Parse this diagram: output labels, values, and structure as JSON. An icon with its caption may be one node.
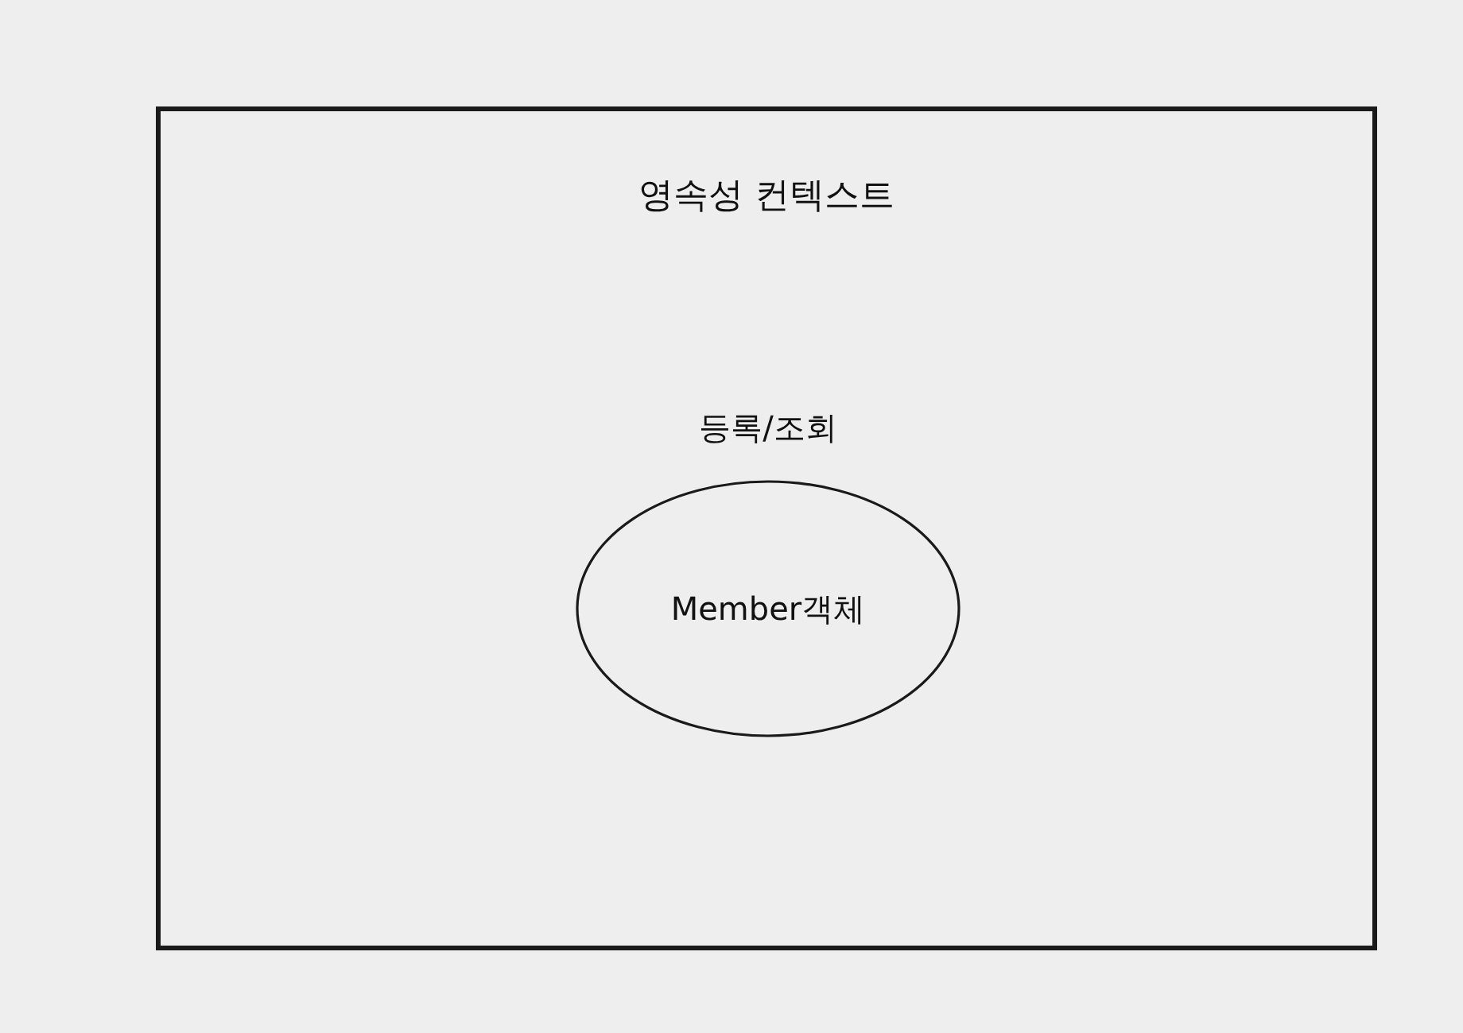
{
  "diagram": {
    "nodes": [
      {
        "text": [
          "영속성 컨텍스트"
        ]
      },
      {
        "text": [
          "Member객체"
        ],
        "in": 0,
        "beside": [
          "등록/조회"
        ]
      }
    ]
  }
}
